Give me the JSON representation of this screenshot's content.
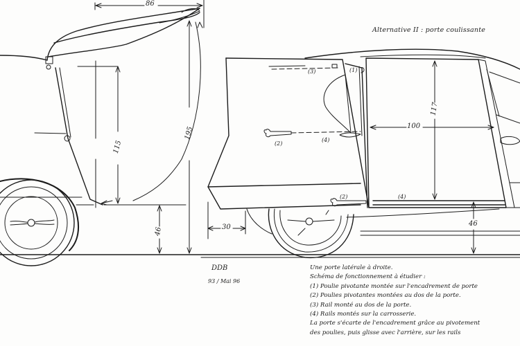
{
  "drawing": {
    "title": "Alternative II : porte coulissante",
    "author_initials": "DDB",
    "date": "93 / Mai 96",
    "dimensions": {
      "hood_length": "86",
      "front_door_height": "115",
      "overall_height": "195",
      "sill_height_front": "46",
      "door_offset": "30",
      "sliding_door_width": "100",
      "sliding_door_height": "117",
      "sill_height_rear": "46"
    },
    "callouts": {
      "c1": "(1)",
      "c2": "(2)",
      "c2b": "(2)",
      "c3": "(3)",
      "c4": "(4)",
      "c4b": "(4)"
    },
    "notes": [
      "Une porte latérale à droite.",
      "Schéma de fonctionnement à étudier :",
      "(1) Poulie pivotante montée sur l'encadrement de porte",
      "(2) Poulies pivotantes montées au dos de la porte.",
      "(3) Rail monté au dos de la porte.",
      "(4) Rails montés sur la carrosserie.",
      "La porte s'écarte de l'encadrement grâce au pivotement",
      "des poulies, puis glisse avec l'arrière, sur les rails"
    ]
  }
}
